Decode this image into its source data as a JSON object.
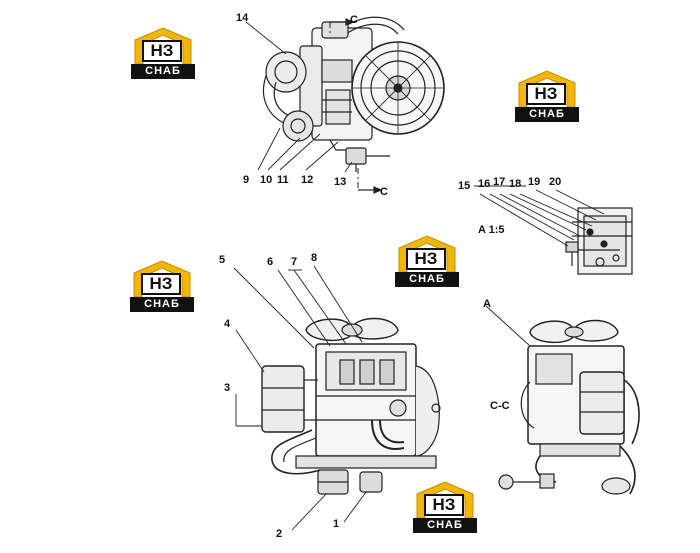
{
  "brand": {
    "logo_main": "НЗ",
    "logo_sub": "СНАБ",
    "colors": {
      "roof": "#f2b705",
      "roof_dark": "#c48f00",
      "ink": "#111111",
      "tag_bg": "#111111",
      "tag_text": "#ffffff"
    }
  },
  "labels": {
    "view_a": "A 1:5",
    "view_cc": "C-C",
    "section_marker_a": "A",
    "cut_top": "C",
    "cut_bottom": "C"
  },
  "callouts": {
    "n1": "1",
    "n2": "2",
    "n3": "3",
    "n4": "4",
    "n5": "5",
    "n6": "6",
    "n7": "7",
    "n8": "8",
    "n9": "9",
    "n10": "10",
    "n11": "11",
    "n12": "12",
    "n13": "13",
    "n14": "14",
    "n15": "15",
    "n16": "16",
    "n17": "17",
    "n18": "18",
    "n19": "19",
    "n20": "20"
  }
}
